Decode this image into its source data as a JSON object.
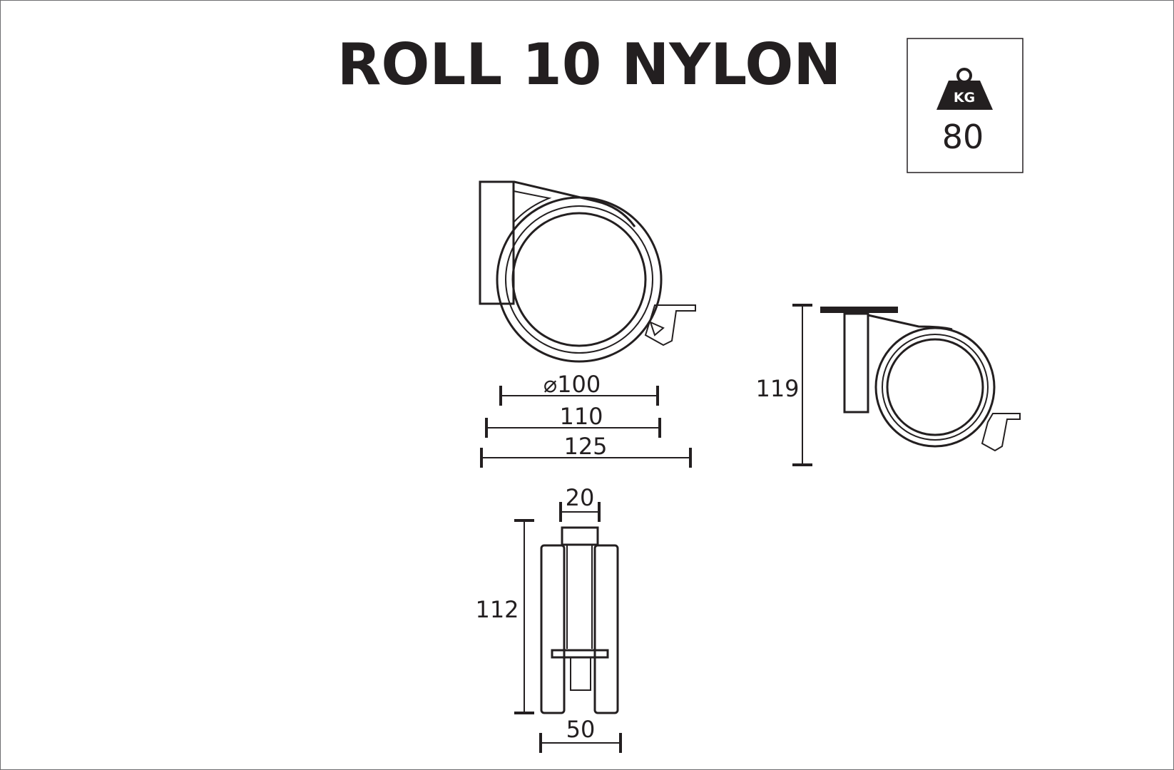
{
  "title": "ROLL 10 NYLON",
  "load": {
    "icon": "weight-icon",
    "unit": "KG",
    "value": "80"
  },
  "dimensions": {
    "wheel_diameter": "⌀100",
    "width_110": "110",
    "width_125": "125",
    "height_119": "119",
    "stem_20": "20",
    "height_112": "112",
    "width_50": "50"
  },
  "colors": {
    "line": "#231f20",
    "border": "#6d6e70",
    "background": "#ffffff"
  }
}
